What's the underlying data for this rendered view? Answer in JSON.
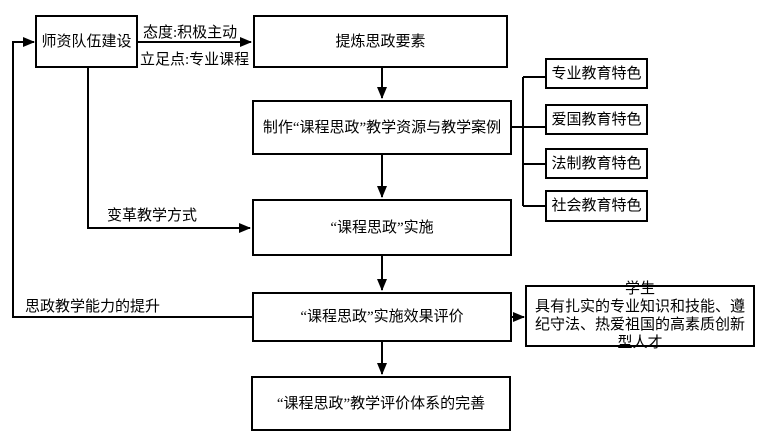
{
  "diagram": {
    "boxes": {
      "teacher": "师资队伍建设",
      "extract": "提炼思政要素",
      "produce": "制作“课程思政”教学资源与教学案例",
      "features": [
        "专业教育特色",
        "爱国教育特色",
        "法制教育特色",
        "社会教育特色"
      ],
      "implement": "“课程思政”实施",
      "evaluate": "“课程思政”实施效果评价",
      "student_title": "学生",
      "student_body": "具有扎实的专业知识和技能、遵纪守法、热爱祖国的高素质创新型人才",
      "improve": "“课程思政”教学评价体系的完善"
    },
    "edge_labels": {
      "attitude": "态度:积极主动",
      "foothold": "立足点:专业课程",
      "method": "变革教学方式",
      "ability": "思政教学能力的提升"
    },
    "colors": {
      "line": "#000000",
      "background": "#ffffff"
    }
  }
}
